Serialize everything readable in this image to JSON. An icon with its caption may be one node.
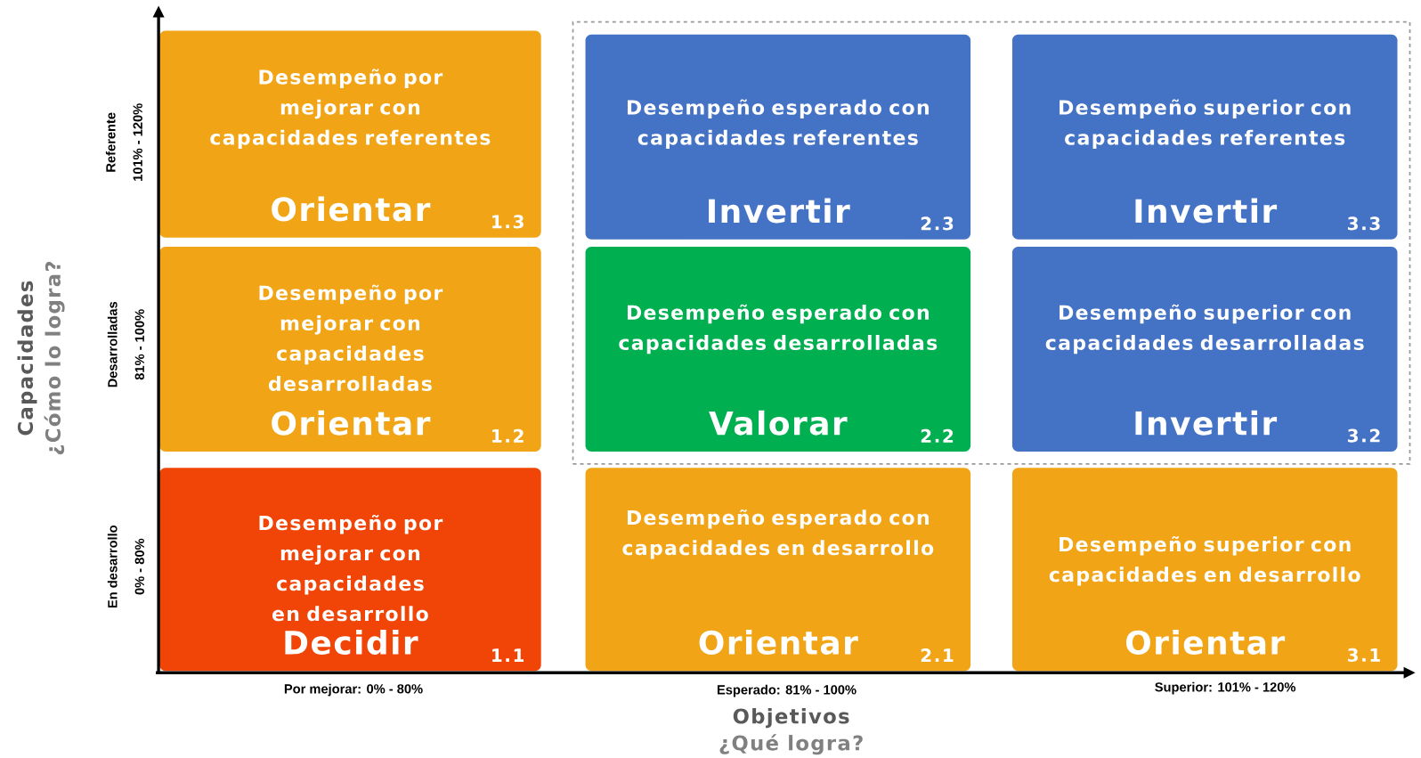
{
  "diagram": {
    "nodes": [
      {
        "text": [],
        "shape": "box"
      },
      {
        "text": [
          "Desempeño por mejorar con capacidades referentes",
          "Orientar",
          "1.3"
        ]
      },
      {
        "text": [
          "Desempeño esperado con capacidades referentes",
          "Invertir",
          "2.3"
        ],
        "in": 0
      },
      {
        "text": [
          "Desempeño superior con capacidades referentes",
          "Invertir",
          "3.3"
        ],
        "in": 0
      },
      {
        "text": [
          "Desempeño por mejorar con capacidades desarrolladas",
          "Orientar",
          "1.2"
        ]
      },
      {
        "text": [
          "Desempeño esperado con capacidades desarrolladas",
          "Valorar",
          "2.2"
        ],
        "in": 0
      },
      {
        "text": [
          "Desempeño superior con capacidades desarrolladas",
          "Invertir",
          "3.2"
        ],
        "in": 0
      },
      {
        "text": [
          "Desempeño por mejorar con capacidades en desarrollo",
          "Decidir",
          "1.1"
        ]
      },
      {
        "text": [
          "Desempeño esperado con capacidades en desarrollo",
          "Orientar",
          "2.1"
        ]
      },
      {
        "text": [
          "Desempeño superior con capacidades en desarrollo",
          "Orientar",
          "3.1"
        ]
      }
    ],
    "labels": [
      "Referente",
      "101% - 120%",
      "Desarrolladas",
      "81% - 100%",
      "En desarrollo",
      "0% - 80%",
      "Capacidades",
      "¿Cómo lo logra?",
      "Por mejorar: 0% - 80%",
      "Esperado: 81% - 100%",
      "Superior: 101% - 120%",
      "Objetivos",
      "¿Qué logra?"
    ]
  }
}
